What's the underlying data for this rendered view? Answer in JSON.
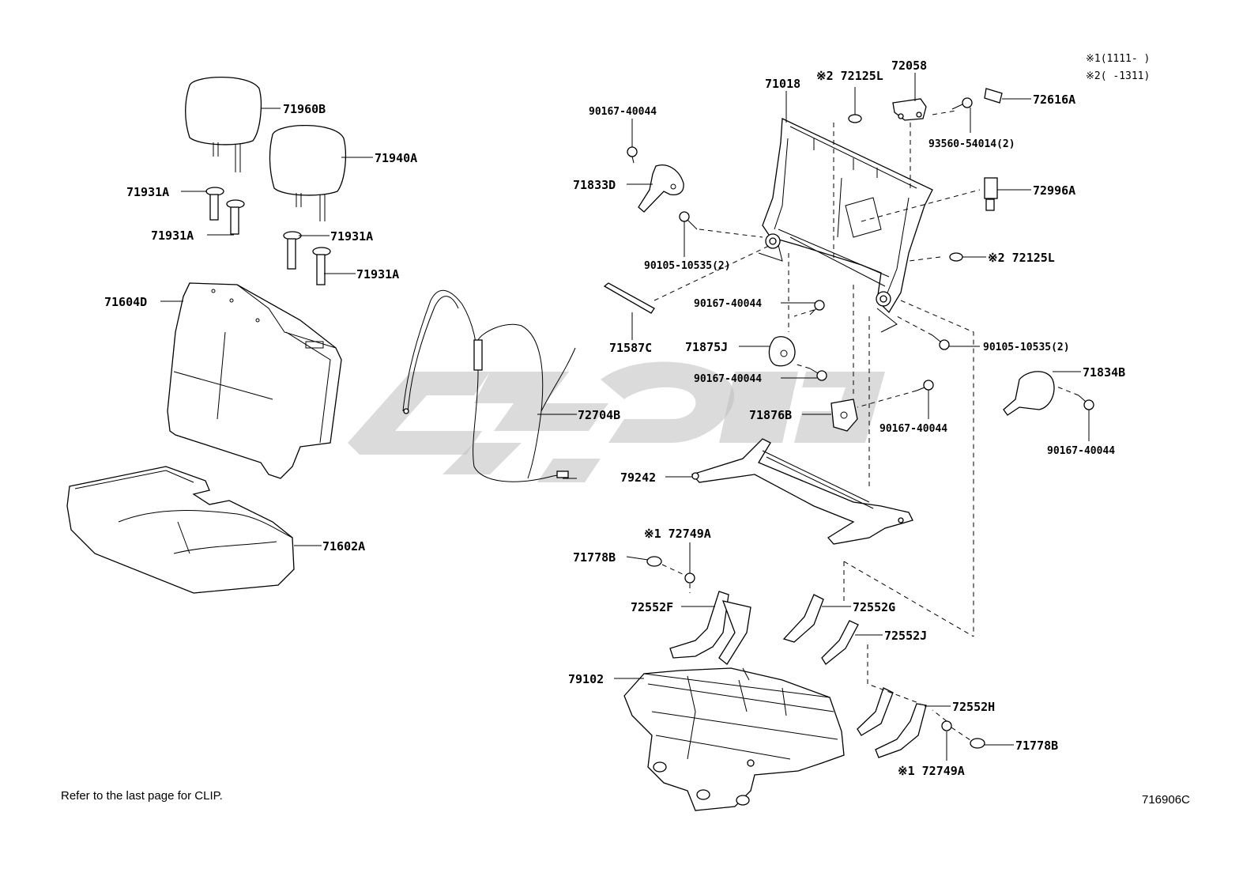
{
  "legend": {
    "line1": "※1(1111-     )",
    "line2": "※2(     -1311)"
  },
  "labels": {
    "p71960B": "71960B",
    "p71940A": "71940A",
    "p71931A_1": "71931A",
    "p71931A_2": "71931A",
    "p71931A_3": "71931A",
    "p71931A_4": "71931A",
    "p71604D": "71604D",
    "p71602A": "71602A",
    "p90167_1": "90167-40044",
    "p71833D": "71833D",
    "p90105_1": "90105-10535(2)",
    "p71018": "71018",
    "p72125L_top": "※2 72125L",
    "p72058": "72058",
    "p72616A": "72616A",
    "p93560": "93560-54014(2)",
    "p72996A": "72996A",
    "p72125L_mid": "※2 72125L",
    "p71587C": "71587C",
    "p90167_2": "90167-40044",
    "p71875J": "71875J",
    "p90167_3": "90167-40044",
    "p90105_2": "90105-10535(2)",
    "p71834B": "71834B",
    "p72704B": "72704B",
    "p71876B": "71876B",
    "p90167_4": "90167-40044",
    "p90167_5": "90167-40044",
    "p79242": "79242",
    "p72749A_top": "※1 72749A",
    "p71778B_left": "71778B",
    "p72552F": "72552F",
    "p72552G": "72552G",
    "p72552J": "72552J",
    "p79102": "79102",
    "p72552H": "72552H",
    "p71778B_right": "71778B",
    "p72749A_bot": "※1 72749A"
  },
  "footer": {
    "note": "Refer to the last page for CLIP.",
    "code": "716906C"
  }
}
